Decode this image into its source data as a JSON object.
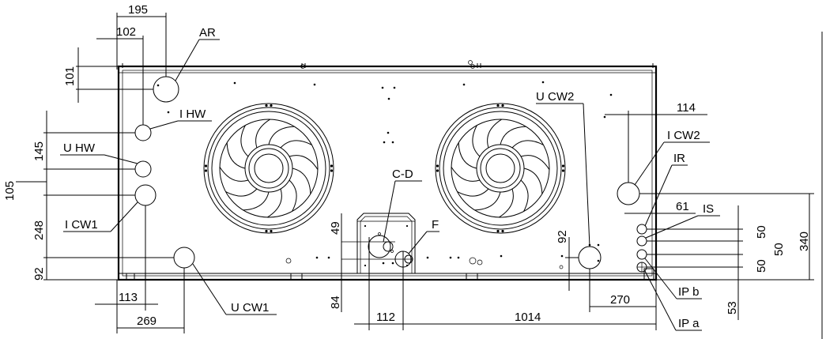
{
  "dimensions": {
    "top_195": "195",
    "top_102": "102",
    "left_101": "101",
    "left_145": "145",
    "left_105": "105",
    "left_248": "248",
    "left_92": "92",
    "bottom_113": "113",
    "bottom_269": "269",
    "center_49": "49",
    "center_84": "84",
    "bottom_112": "112",
    "bottom_1014": "1014",
    "right_92": "92",
    "right_270": "270",
    "right_114": "114",
    "right_61": "61",
    "right_50a": "50",
    "right_50b": "50",
    "right_50c": "50",
    "right_340": "340",
    "right_53": "53"
  },
  "labels": {
    "ar": "AR",
    "i_hw": "I HW",
    "u_hw": "U HW",
    "i_cw1": "I CW1",
    "u_cw1": "U CW1",
    "c_d": "C-D",
    "f": "F",
    "u_cw2": "U CW2",
    "i_cw2": "I CW2",
    "ir": "IR",
    "is": "IS",
    "ip_b": "IP b",
    "ip_a": "IP a"
  }
}
